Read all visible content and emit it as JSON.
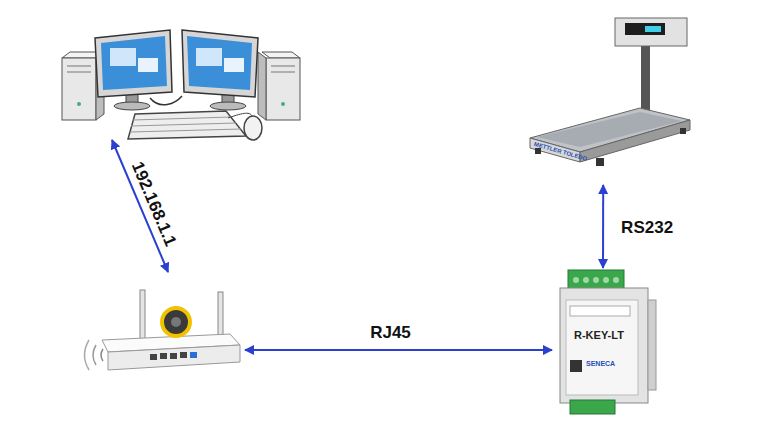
{
  "diagram": {
    "nodes": [
      {
        "text": []
      },
      {
        "text": [
          "METTLER TOLEDO"
        ]
      },
      {
        "text": []
      },
      {
        "text": [
          "R-KEY-LT",
          "SENECA"
        ]
      }
    ],
    "edges": [
      {
        "from": 0,
        "to": 2,
        "label": "192.168.1.1",
        "arrow": "both"
      },
      {
        "from": 2,
        "to": 3,
        "label": "RJ45",
        "arrow": "both"
      },
      {
        "from": 3,
        "to": 1,
        "label": "RS232",
        "arrow": "both"
      }
    ]
  }
}
